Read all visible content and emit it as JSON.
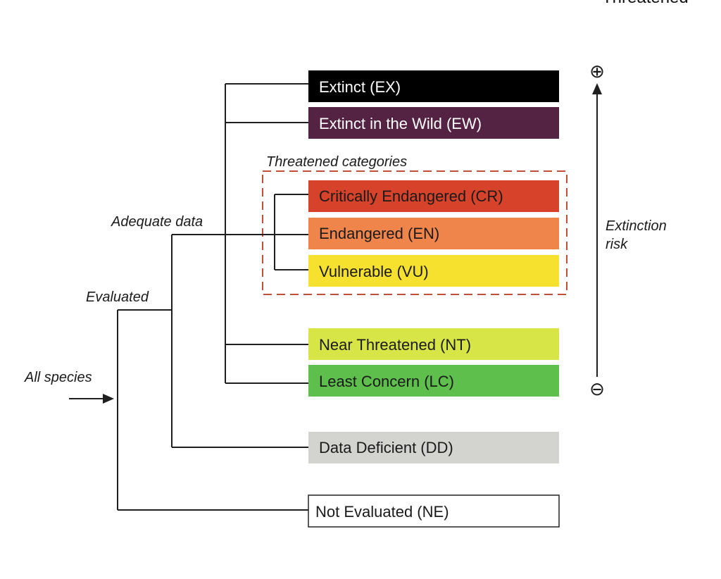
{
  "header_fragment": "Threatened",
  "labels": {
    "all_species": "All species",
    "evaluated": "Evaluated",
    "adequate_data": "Adequate data",
    "threatened_categories": "Threatened categories",
    "extinction_risk_line1": "Extinction",
    "extinction_risk_line2": "risk"
  },
  "risk_scale": {
    "high_symbol": "⊕",
    "low_symbol": "⊖"
  },
  "categories": [
    {
      "code": "EX",
      "label": "Extinct (EX)",
      "color": "#000000",
      "text_color": "#ffffff"
    },
    {
      "code": "EW",
      "label": "Extinct in the Wild (EW)",
      "color": "#542344",
      "text_color": "#ffffff"
    },
    {
      "code": "CR",
      "label": "Critically Endangered (CR)",
      "color": "#d6422a",
      "text_color": "#1a1a1a"
    },
    {
      "code": "EN",
      "label": "Endangered (EN)",
      "color": "#f0854c",
      "text_color": "#1a1a1a"
    },
    {
      "code": "VU",
      "label": "Vulnerable (VU)",
      "color": "#f5e12e",
      "text_color": "#1a1a1a"
    },
    {
      "code": "NT",
      "label": "Near Threatened (NT)",
      "color": "#d7e646",
      "text_color": "#1a1a1a"
    },
    {
      "code": "LC",
      "label": "Least Concern (LC)",
      "color": "#5fbf4c",
      "text_color": "#1a1a1a"
    },
    {
      "code": "DD",
      "label": "Data Deficient (DD)",
      "color": "#d3d3d0",
      "text_color": "#1a1a1a"
    },
    {
      "code": "NE",
      "label": "Not Evaluated (NE)",
      "color": "#ffffff",
      "text_color": "#1a1a1a"
    }
  ],
  "colors": {
    "threatened_frame": "#c0503a",
    "line": "#1f1f1f"
  }
}
